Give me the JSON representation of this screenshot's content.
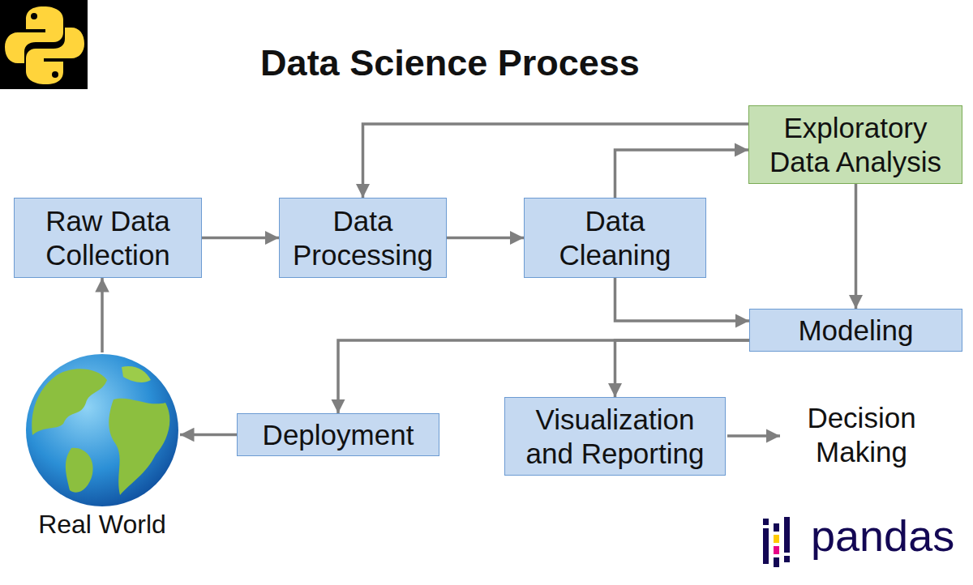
{
  "diagram": {
    "title": "Data Science Process",
    "nodes": [
      {
        "text": [
          "Exploratory Data Analysis"
        ]
      },
      {
        "text": [
          "Raw Data Collection"
        ]
      },
      {
        "text": [
          "Data Processing"
        ]
      },
      {
        "text": [
          "Data Cleaning"
        ]
      },
      {
        "text": [
          "Modeling"
        ]
      },
      {
        "text": [
          "Real World"
        ]
      },
      {
        "text": [
          "Deployment"
        ]
      },
      {
        "text": [
          "Visualization and Reporting"
        ]
      }
    ],
    "edges": [
      {
        "from": 1,
        "to": 2,
        "arrow": "to"
      },
      {
        "from": 2,
        "to": 3,
        "arrow": "to"
      },
      {
        "from": 3,
        "to": 0,
        "arrow": "to"
      },
      {
        "from": 0,
        "to": 2,
        "arrow": "to"
      },
      {
        "from": 0,
        "to": 4,
        "arrow": "to"
      },
      {
        "from": 3,
        "to": 4,
        "arrow": "to"
      },
      {
        "from": 4,
        "to": 6,
        "arrow": "to"
      },
      {
        "from": 4,
        "to": 7,
        "arrow": "to"
      },
      {
        "from": 6,
        "to": 5,
        "arrow": "to"
      },
      {
        "from": 5,
        "to": 1,
        "arrow": "to"
      }
    ],
    "labels": [
      "Decision Making",
      "pandas"
    ]
  }
}
